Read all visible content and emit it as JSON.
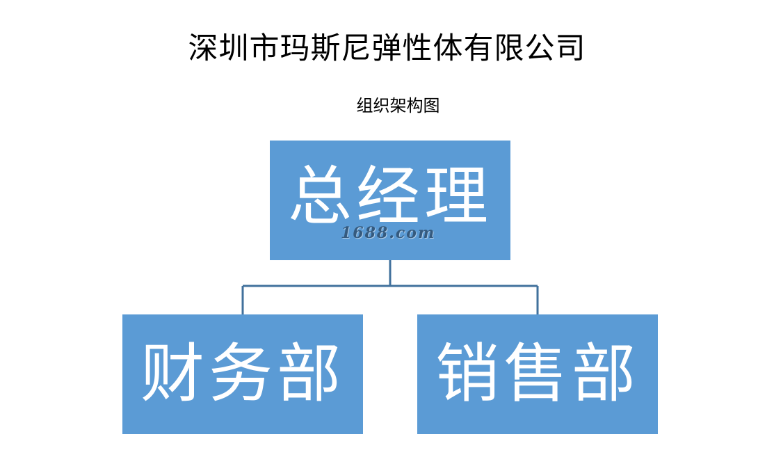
{
  "title": "深圳市玛斯尼弹性体有限公司",
  "subtitle": "组织架构图",
  "nodes": {
    "general_manager": "总经理",
    "finance": "财务部",
    "sales": "销售部"
  },
  "watermark": "1688.com",
  "colors": {
    "node_fill": "#5b9bd5",
    "node_text": "#ffffff",
    "connector": "#41719c"
  }
}
